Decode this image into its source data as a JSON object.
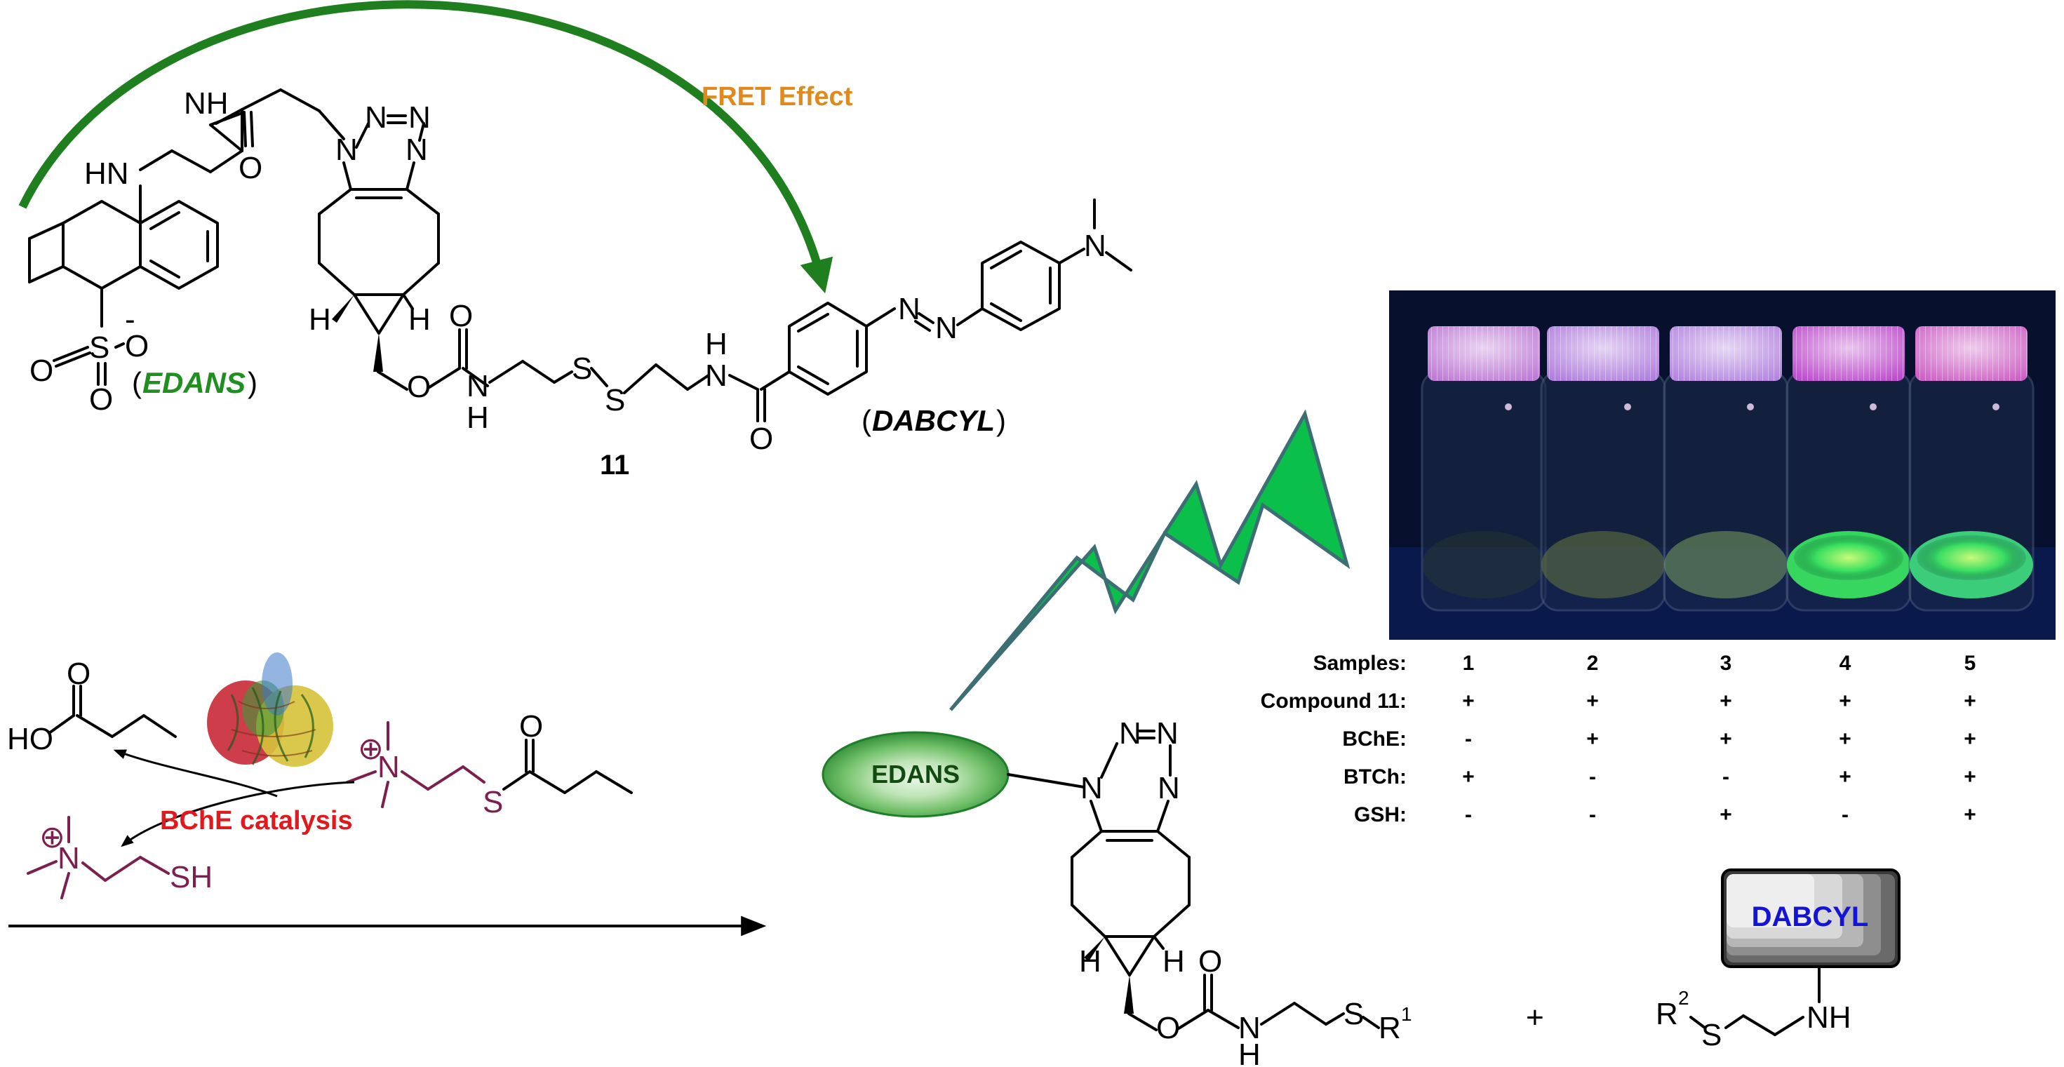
{
  "colors": {
    "fret_arrow": "#1f7f1f",
    "fret_label": "#e08a1e",
    "edans_text": "#1f8f1f",
    "catalysis_text": "#e0191f",
    "substrate": "#7a1f4e",
    "lightning_fill": "#0bc04a",
    "lightning_stroke": "#3b6f74",
    "dabcyl_box_text": "#1414d4",
    "photo_background": "#07112e"
  },
  "labels": {
    "fret_effect": "FRET Effect",
    "edans": "EDANS",
    "dabcyl": "DABCYL",
    "compound_number": "11",
    "bche_catalysis": "BChE catalysis",
    "edans_ellipse": "EDANS",
    "dabcyl_box": "DABCYL",
    "plus": "+"
  },
  "atoms": {
    "nh": "NH",
    "hn": "HN",
    "h": "H",
    "n": "N",
    "o": "O",
    "s": "S",
    "ho": "HO",
    "sh": "SH",
    "o_minus": "O",
    "minus": "-",
    "plus_charge": "⊕",
    "r1": "R",
    "r1_sup": "1",
    "r2": "R",
    "r2_sup": "2"
  },
  "table": {
    "row_headers": [
      "Samples:",
      "Compound 11:",
      "BChE:",
      "BTCh:",
      "GSH:"
    ],
    "sample_ids": [
      "1",
      "2",
      "3",
      "4",
      "5"
    ],
    "rows": [
      [
        "+",
        "+",
        "+",
        "+",
        "+"
      ],
      [
        "-",
        "+",
        "+",
        "+",
        "+"
      ],
      [
        "+",
        "-",
        "-",
        "+",
        "+"
      ],
      [
        "-",
        "-",
        "+",
        "-",
        "+"
      ]
    ]
  },
  "vials": [
    {
      "cap": "#c07ad8",
      "glow": "#3a4a20",
      "glow_strength": 0.25
    },
    {
      "cap": "#b27ee0",
      "glow": "#7a8a40",
      "glow_strength": 0.45
    },
    {
      "cap": "#b585e2",
      "glow": "#7aa060",
      "glow_strength": 0.55
    },
    {
      "cap": "#c04cd0",
      "glow": "#38e060",
      "glow_strength": 0.95
    },
    {
      "cap": "#d060c8",
      "glow": "#40e080",
      "glow_strength": 0.9
    }
  ]
}
